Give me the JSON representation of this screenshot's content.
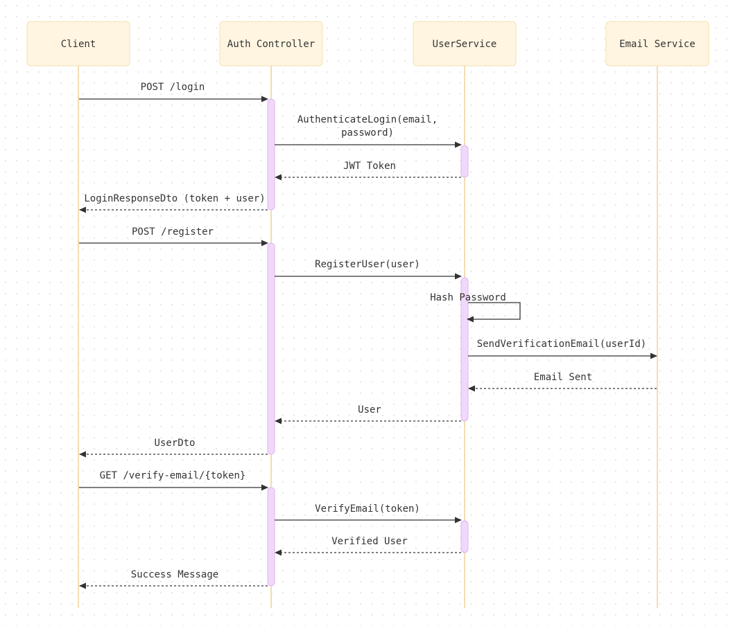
{
  "participants": [
    {
      "id": "client",
      "label": "Client"
    },
    {
      "id": "auth",
      "label": "Auth Controller"
    },
    {
      "id": "user",
      "label": "UserService"
    },
    {
      "id": "email",
      "label": "Email Service"
    }
  ],
  "messages": [
    {
      "id": "post-login",
      "from": "client",
      "to": "auth",
      "lines": [
        "POST /login"
      ],
      "dashed": false
    },
    {
      "id": "authenticate-login",
      "from": "auth",
      "to": "user",
      "lines": [
        "AuthenticateLogin(email,",
        "password)"
      ],
      "dashed": false
    },
    {
      "id": "jwt-token",
      "from": "user",
      "to": "auth",
      "lines": [
        "JWT Token"
      ],
      "dashed": true
    },
    {
      "id": "login-response",
      "from": "auth",
      "to": "client",
      "lines": [
        "LoginResponseDto (token + user)"
      ],
      "dashed": true
    },
    {
      "id": "post-register",
      "from": "client",
      "to": "auth",
      "lines": [
        "POST /register"
      ],
      "dashed": false
    },
    {
      "id": "register-user",
      "from": "auth",
      "to": "user",
      "lines": [
        "RegisterUser(user)"
      ],
      "dashed": false
    },
    {
      "id": "hash-password",
      "from": "user",
      "to": "user",
      "lines": [
        "Hash Password"
      ],
      "dashed": false,
      "self": true
    },
    {
      "id": "send-verification-email",
      "from": "user",
      "to": "email",
      "lines": [
        "SendVerificationEmail(userId)"
      ],
      "dashed": false
    },
    {
      "id": "email-sent",
      "from": "email",
      "to": "user",
      "lines": [
        "Email Sent"
      ],
      "dashed": true
    },
    {
      "id": "user-return",
      "from": "user",
      "to": "auth",
      "lines": [
        "User"
      ],
      "dashed": true
    },
    {
      "id": "user-dto",
      "from": "auth",
      "to": "client",
      "lines": [
        "UserDto"
      ],
      "dashed": true
    },
    {
      "id": "get-verify-email",
      "from": "client",
      "to": "auth",
      "lines": [
        "GET /verify-email/{token}"
      ],
      "dashed": false
    },
    {
      "id": "verify-email",
      "from": "auth",
      "to": "user",
      "lines": [
        "VerifyEmail(token)"
      ],
      "dashed": false
    },
    {
      "id": "verified-user",
      "from": "user",
      "to": "auth",
      "lines": [
        "Verified User"
      ],
      "dashed": true
    },
    {
      "id": "success-message",
      "from": "auth",
      "to": "client",
      "lines": [
        "Success Message"
      ],
      "dashed": true
    }
  ],
  "colors": {
    "participant_fill": "#fff5e1",
    "participant_border": "#f5dfb2",
    "lifeline": "#f2ddb4",
    "activation_fill": "#f1d8fb",
    "activation_border": "#e2b2f2",
    "arrow": "#333333",
    "text": "#333333"
  }
}
